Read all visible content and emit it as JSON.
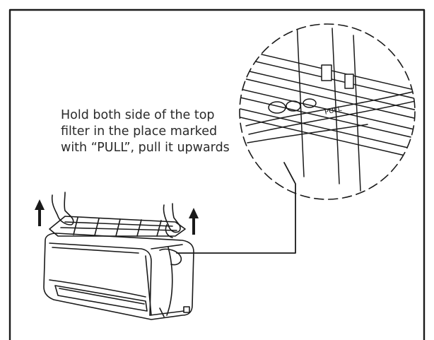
{
  "instruction": {
    "lines": [
      "Hold both side of the top",
      "filter in the place marked",
      "with “PULL”, pull it upwards"
    ]
  },
  "detail": {
    "filter_marking": "PULL"
  },
  "colors": {
    "line": "#1a1a1a",
    "background": "#ffffff"
  },
  "icons": {
    "lift_arrows": "arrow-up-icon"
  }
}
